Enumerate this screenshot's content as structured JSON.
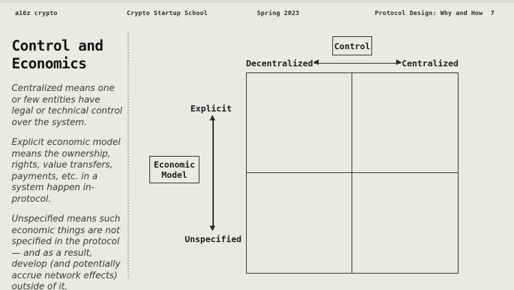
{
  "header": {
    "brand": "a16z crypto",
    "program": "Crypto Startup School",
    "term": "Spring 2023",
    "lecture": "Protocol Design: Why and How",
    "page_separator": "·",
    "page_number": "7"
  },
  "sidebar": {
    "title": "Control and\nEconomics",
    "paragraphs": [
      "Centralized means one or few entities have legal or technical control over the system.",
      "Explicit economic model means the ownership, rights, value transfers, payments, etc. in a system happen in-protocol.",
      "Unspecified means such economic things are not specified in the protocol — and as a result, develop (and potentially accrue network effects) outside of it."
    ]
  },
  "diagram": {
    "x_axis": {
      "label": "Control",
      "left_end": "Decentralized",
      "right_end": "Centralized"
    },
    "y_axis": {
      "label": "Economic\nModel",
      "top_end": "Explicit",
      "bottom_end": "Unspecified"
    },
    "grid": {
      "rows": 2,
      "cols": 2,
      "quadrant_contents": [
        "",
        "",
        "",
        ""
      ]
    }
  },
  "colors": {
    "background": "#e9e9e6",
    "ink": "#2a2a2a",
    "body_text": "#3a3a3a",
    "divider": "#b3b3ad"
  }
}
